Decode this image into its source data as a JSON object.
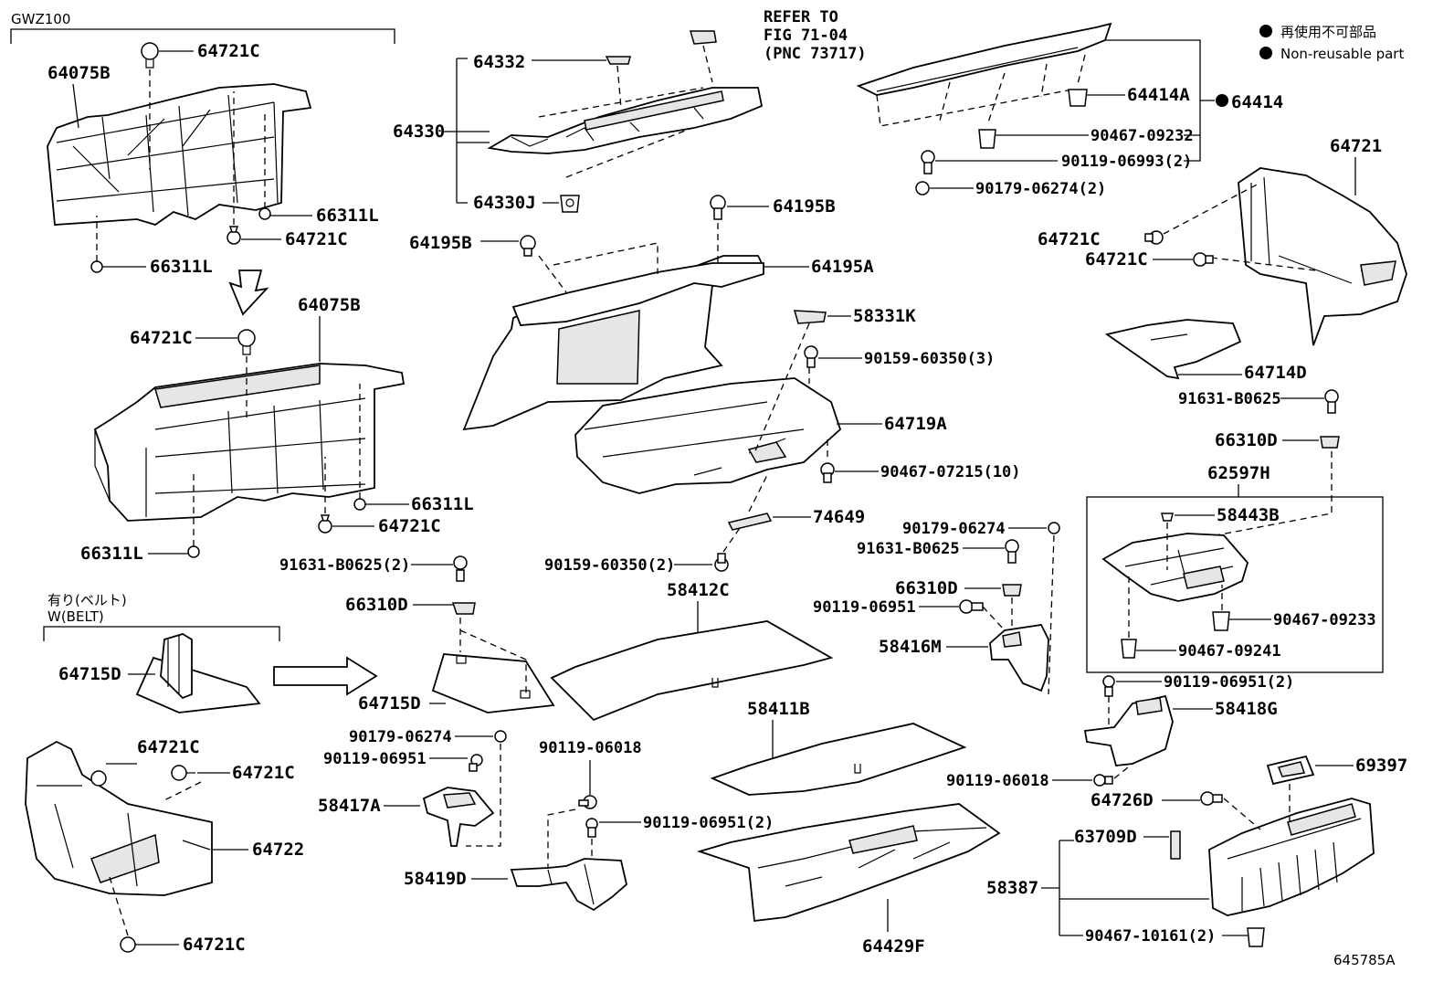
{
  "variants": {
    "top_left": "GWZ100",
    "belt_jp": "有り(ベルト)",
    "belt_en": "W(BELT)"
  },
  "refer": {
    "line1": "REFER TO",
    "line2": "FIG 71-04",
    "line3": "(PNC 73717)"
  },
  "legend": {
    "jp": "再使用不可部品",
    "en": "Non-reusable part"
  },
  "figure_id": "645785A",
  "labels": {
    "p64721C_a": "64721C",
    "p64075B_a": "64075B",
    "p66311L_a": "66311L",
    "p64721C_b": "64721C",
    "p66311L_b": "66311L",
    "p64075B_b": "64075B",
    "p64721C_c": "64721C",
    "p66311L_c": "66311L",
    "p64721C_d": "64721C",
    "p66311L_d": "66311L",
    "p64332": "64332",
    "p64330": "64330",
    "p64330J": "64330J",
    "p64195B_a": "64195B",
    "p64195B_b": "64195B",
    "p64195A": "64195A",
    "p58331K": "58331K",
    "p90159_60350_3": "90159-60350(3)",
    "p64719A": "64719A",
    "p90467_07215_10": "90467-07215(10)",
    "p74649": "74649",
    "p90159_60350_2": "90159-60350(2)",
    "p58412C": "58412C",
    "p64414A": "64414A",
    "p64414": "64414",
    "p90467_09232": "90467-09232",
    "p90119_06993_2": "90119-06993(2)",
    "p90179_06274_2": "90179-06274(2)",
    "p64721": "64721",
    "p64721C_e": "64721C",
    "p64721C_f": "64721C",
    "p64714D": "64714D",
    "p91631_B0625_a": "91631-B0625",
    "p66310D_a": "66310D",
    "p62597H": "62597H",
    "p58443B": "58443B",
    "p90467_09233": "90467-09233",
    "p90467_09241": "90467-09241",
    "p90119_06951_2a": "90119-06951(2)",
    "p58418G": "58418G",
    "p69397": "69397",
    "p90119_06018_a": "90119-06018",
    "p64726D": "64726D",
    "p63709D": "63709D",
    "p58387": "58387",
    "p90467_10161_2": "90467-10161(2)",
    "p90179_06274_a": "90179-06274",
    "p91631_B0625_b": "91631-B0625",
    "p66310D_b": "66310D",
    "p90119_06951_a": "90119-06951",
    "p58416M": "58416M",
    "p58411B": "58411B",
    "p64429F": "64429F",
    "p91631_B0625_2": "91631-B0625(2)",
    "p66310D_c": "66310D",
    "p64715D_a": "64715D",
    "p64715D_b": "64715D",
    "p90179_06274_b": "90179-06274",
    "p90119_06951_b": "90119-06951",
    "p58417A": "58417A",
    "p90119_06018_b": "90119-06018",
    "p90119_06951_2b": "90119-06951(2)",
    "p58419D": "58419D",
    "p64721C_g": "64721C",
    "p64721C_h": "64721C",
    "p64722": "64722",
    "p64721C_i": "64721C"
  }
}
